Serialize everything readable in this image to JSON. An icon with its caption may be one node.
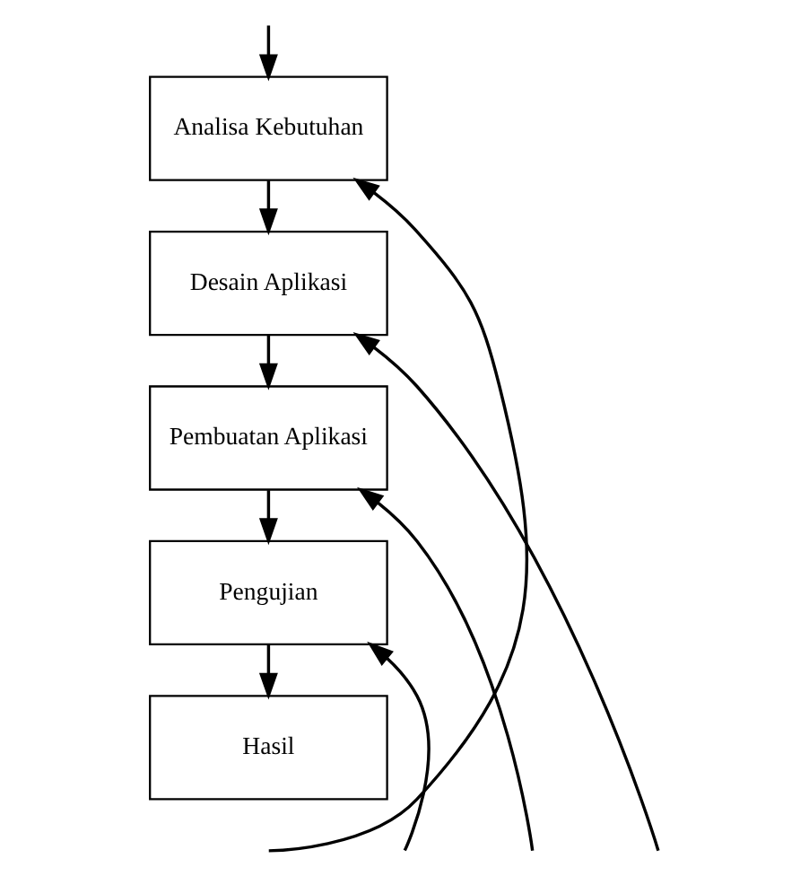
{
  "diagram": {
    "nodes": [
      {
        "text": [
          "Analisa Kebutuhan"
        ]
      },
      {
        "text": [
          "Desain Aplikasi"
        ]
      },
      {
        "text": [
          "Pembuatan Aplikasi"
        ]
      },
      {
        "text": [
          "Pengujian"
        ]
      },
      {
        "text": [
          "Hasil"
        ]
      }
    ],
    "edges": [
      {
        "from": null,
        "to": 0,
        "arrow": "to"
      },
      {
        "from": 0,
        "to": 1,
        "arrow": "to"
      },
      {
        "from": 1,
        "to": 2,
        "arrow": "to"
      },
      {
        "from": 2,
        "to": 3,
        "arrow": "to"
      },
      {
        "from": 3,
        "to": 4,
        "arrow": "to"
      },
      {
        "from": null,
        "to": 0,
        "arrow": "to"
      },
      {
        "from": null,
        "to": 1,
        "arrow": "to"
      },
      {
        "from": null,
        "to": 2,
        "arrow": "to"
      },
      {
        "from": null,
        "to": 3,
        "arrow": "to"
      }
    ]
  }
}
